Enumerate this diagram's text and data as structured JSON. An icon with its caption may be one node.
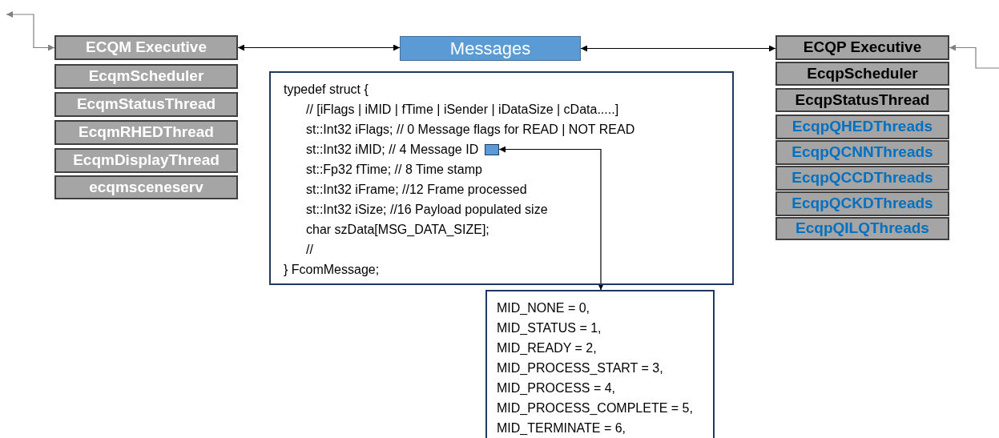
{
  "diagram": {
    "nodes": [
      {
        "text": [
          "ECQM Executive"
        ]
      },
      {
        "text": [
          "EcqmScheduler"
        ]
      },
      {
        "text": [
          "EcqmStatusThread"
        ]
      },
      {
        "text": [
          "EcqmRHEDThread"
        ]
      },
      {
        "text": [
          "EcqmDisplayThread"
        ]
      },
      {
        "text": [
          "ecqmsceneserv"
        ]
      },
      {
        "text": [
          "Messages"
        ]
      },
      {
        "text": [
          "ECQP Executive"
        ]
      },
      {
        "text": [
          "EcqpScheduler"
        ]
      },
      {
        "text": [
          "EcqpStatusThread"
        ]
      },
      {
        "text": [
          "EcqpQHEDThreads"
        ]
      },
      {
        "text": [
          "EcqpQCNNThreads"
        ]
      },
      {
        "text": [
          "EcqpQCCDThreads"
        ]
      },
      {
        "text": [
          "EcqpQCKDThreads"
        ]
      },
      {
        "text": [
          "EcqpQILQThreads"
        ]
      },
      {
        "text": [
          "typedef struct {",
          "// [iFlags | iMID | fTime | iSender | iDataSize | cData.....]",
          "st::Int32 iFlags; // 0 Message flags for READ | NOT READ",
          "st::Int32 iMID; // 4 Message ID",
          "st::Fp32 fTime; // 8 Time stamp",
          "st::Int32 iFrame; //12 Frame processed",
          "st::Int32 iSize; //16 Payload populated size",
          "char szData[MSG_DATA_SIZE];",
          "//",
          "} FcomMessage;"
        ]
      },
      {
        "text": [],
        "shape": "box",
        "in": 15
      },
      {
        "text": [
          "MID_NONE = 0,",
          "MID_STATUS = 1,",
          "MID_READY = 2,",
          "MID_PROCESS_START = 3,",
          "MID_PROCESS = 4,",
          "MID_PROCESS_COMPLETE = 5,",
          "MID_TERMINATE = 6,"
        ]
      }
    ],
    "edges": [
      {
        "from": null,
        "to": 0,
        "arrow": "both",
        "color": "#808080"
      },
      {
        "from": 0,
        "to": 6,
        "arrow": "both"
      },
      {
        "from": 6,
        "to": 7,
        "arrow": "both"
      },
      {
        "from": null,
        "to": 7,
        "arrow": "to",
        "color": "#808080"
      },
      {
        "from": 16,
        "to": 17,
        "arrow": "both"
      }
    ]
  }
}
